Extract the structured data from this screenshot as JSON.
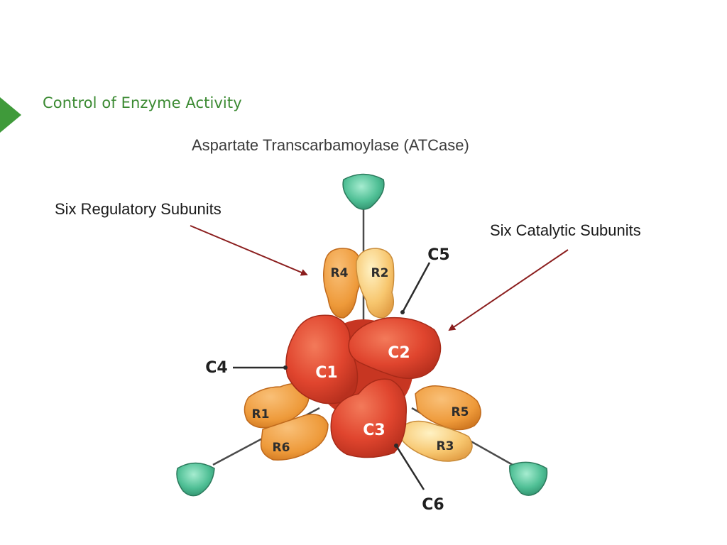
{
  "header": {
    "section_title": "Control of Enzyme Activity",
    "subtitle": "Aspartate Transcarbamoylase (ATCase)"
  },
  "callouts": {
    "regulatory": "Six Regulatory Subunits",
    "catalytic": "Six Catalytic Subunits"
  },
  "catalytic_subunits": [
    "C1",
    "C2",
    "C3",
    "C4",
    "C5",
    "C6"
  ],
  "regulatory_subunits": [
    "R1",
    "R2",
    "R3",
    "R4",
    "R5",
    "R6"
  ],
  "colors": {
    "accent_green": "#3f9a3a",
    "catalytic": "#e0452e",
    "regulatory": "#ee9a3a",
    "regulatory_light": "#f7c66e",
    "zinc_domain": "#4fbf95",
    "arrow": "#8b1e1e"
  }
}
